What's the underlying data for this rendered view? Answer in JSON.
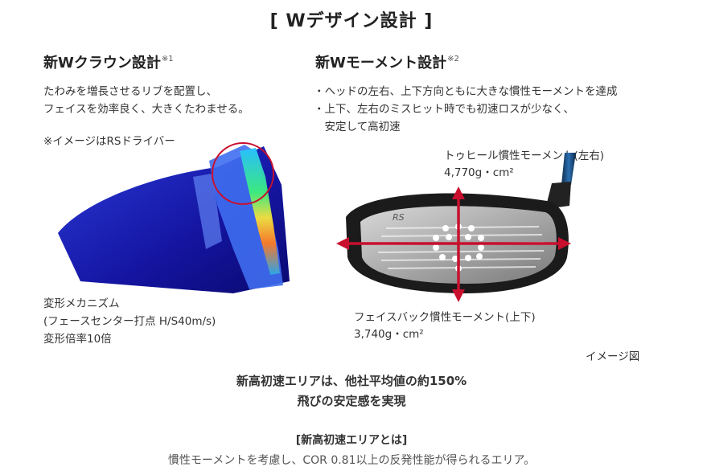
{
  "title": "[ Wデザイン設計 ]",
  "left": {
    "heading": "新Wクラウン設計",
    "heading_note": "※1",
    "desc_lines": [
      "たわみを増長させるリブを配置し、",
      "フェイスを効率良く、大きくたわませる。"
    ],
    "image_note": "※イメージはRSドライバー",
    "caption_lines": [
      "変形メカニズム",
      "(フェースセンター打点 H/S40m/s)",
      "変形倍率10倍"
    ]
  },
  "right": {
    "heading": "新Wモーメント設計",
    "heading_note": "※2",
    "bullets": [
      "・ヘッドの左右、上下方向ともに大きな慣性モーメントを達成",
      "・上下、左右のミスヒット時でも初速ロスが少なく、",
      "　安定して高初速"
    ],
    "toe_heel_label": "トゥヒール慣性モーメント(左右)",
    "toe_heel_value": "4,770g・cm²",
    "face_back_label": "フェイスバック慣性モーメント(上下)",
    "face_back_value": "3,740g・cm²",
    "image_caption": "イメージ図",
    "face_logo": "RS"
  },
  "summary": {
    "line1": "新高初速エリアは、他社平均値の約150%",
    "line2": "飛びの安定感を実現",
    "def_title": "[新高初速エリアとは]",
    "def_text": "慣性モーメントを考慮し、COR 0.81以上の反発性能が得られるエリア。"
  },
  "colors": {
    "arrow": "#c8102e",
    "circle": "#c8102e",
    "fea_blue": "#1a1aa8"
  }
}
